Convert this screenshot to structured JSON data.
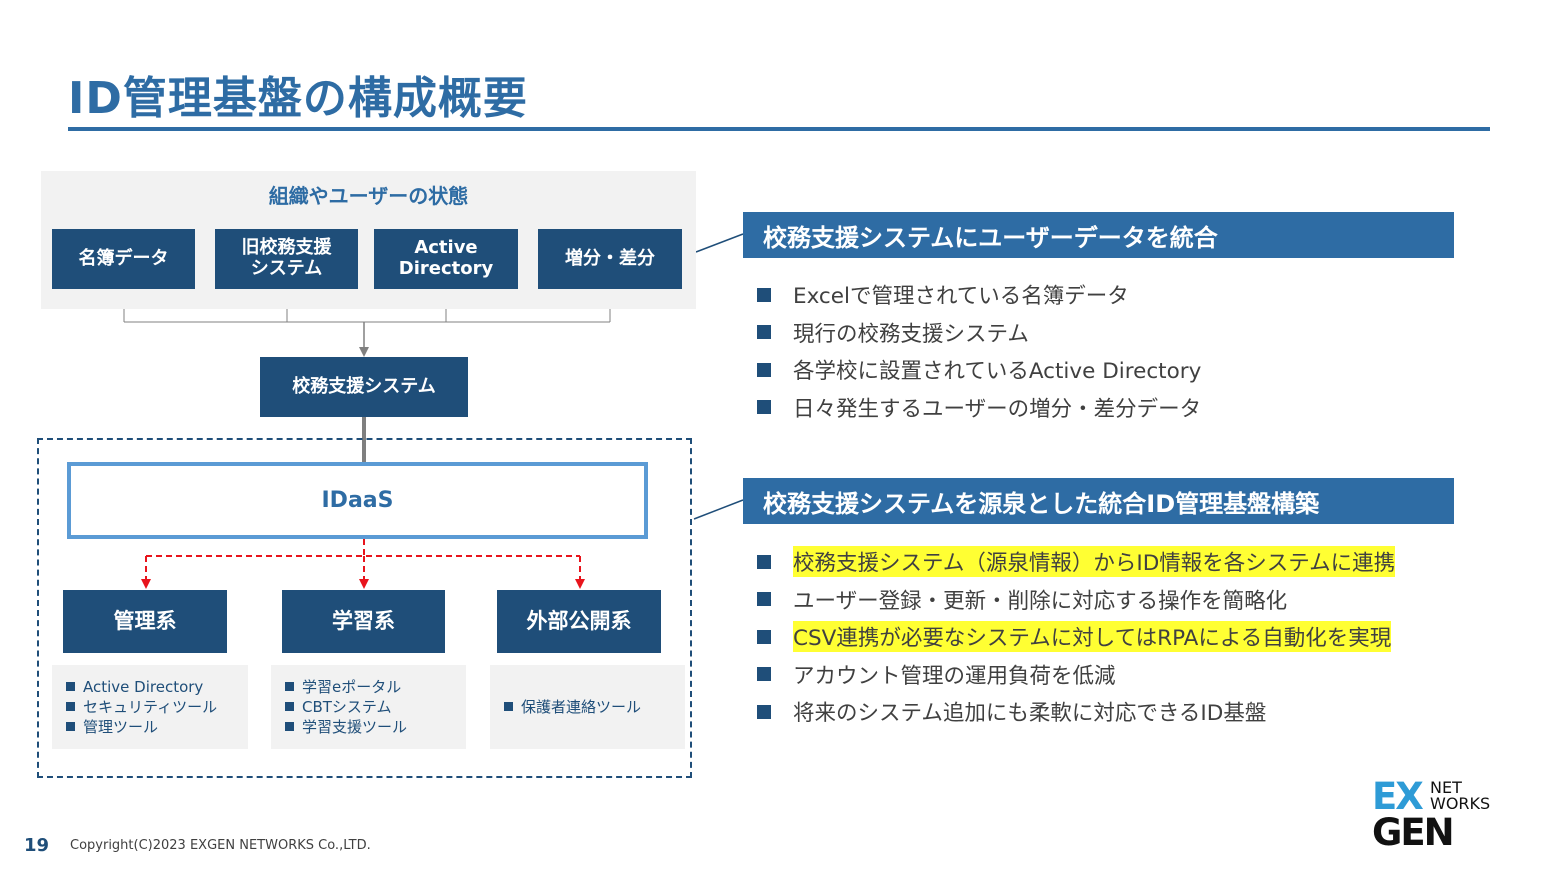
{
  "slide": {
    "title": "ID管理基盤の構成概要",
    "page_number": "19",
    "copyright": "Copyright(C)2023 EXGEN NETWORKS Co.,LTD."
  },
  "diagram": {
    "state_group_title": "組織やユーザーの状態",
    "sources": [
      {
        "line1": "名簿データ",
        "line2": ""
      },
      {
        "line1": "旧校務支援",
        "line2": "システム"
      },
      {
        "line1": "Active",
        "line2": "Directory"
      },
      {
        "line1": "増分・差分",
        "line2": ""
      }
    ],
    "hub": "校務支援システム",
    "idaas": "IDaaS",
    "categories": [
      {
        "label": "管理系",
        "items": [
          "Active Directory",
          "セキュリティツール",
          "管理ツール"
        ]
      },
      {
        "label": "学習系",
        "items": [
          "学習eポータル",
          "CBTシステム",
          "学習支援ツール"
        ]
      },
      {
        "label": "外部公開系",
        "items": [
          "保護者連絡ツール"
        ]
      }
    ]
  },
  "sections": [
    {
      "header": "校務支援システムにユーザーデータを統合",
      "bullets": [
        {
          "text": "Excelで管理されている名簿データ",
          "highlight": false
        },
        {
          "text": "現行の校務支援システム",
          "highlight": false
        },
        {
          "text": "各学校に設置されているActive Directory",
          "highlight": false
        },
        {
          "text": "日々発生するユーザーの増分・差分データ",
          "highlight": false
        }
      ]
    },
    {
      "header": "校務支援システムを源泉とした統合ID管理基盤構築",
      "bullets": [
        {
          "text": "校務支援システム（源泉情報）からID情報を各システムに連携",
          "highlight": true
        },
        {
          "text": "ユーザー登録・更新・削除に対応する操作を簡略化",
          "highlight": false
        },
        {
          "text": "CSV連携が必要なシステムに対してはRPAによる自動化を実現",
          "highlight": true
        },
        {
          "text": "アカウント管理の運用負荷を低減",
          "highlight": false
        },
        {
          "text": "将来のシステム追加にも柔軟に対応できるID基盤",
          "highlight": false
        }
      ]
    }
  ],
  "logo": {
    "ex": "EX",
    "net": "NET",
    "works": "WORKS",
    "gen": "GEN"
  },
  "colors": {
    "title_blue": "#2e6ca4",
    "navy": "#1f4e79",
    "idaas_border": "#5b9bd5",
    "arrow_red": "#e8141c",
    "highlight": "#ffff33",
    "panel_gray": "#f2f2f2",
    "logo_light_blue": "#2e9bd6"
  }
}
